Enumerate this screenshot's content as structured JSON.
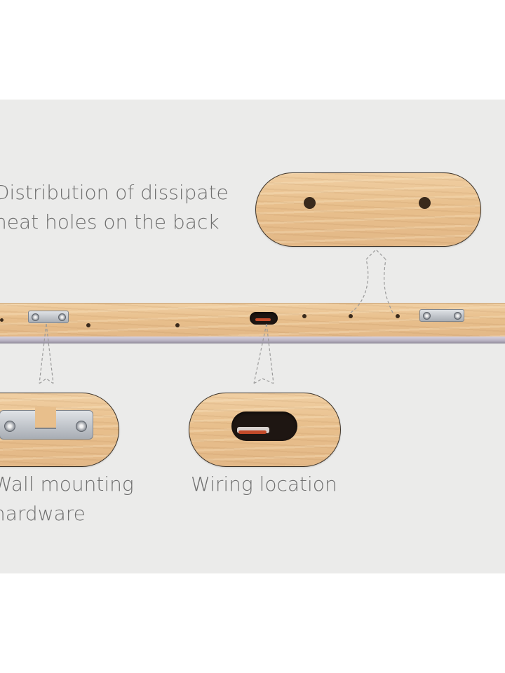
{
  "labels": {
    "dissipate": {
      "line1": "Distribution of dissipate",
      "line2": "heat holes on the back"
    },
    "mounting": {
      "line1": "Wall mounting",
      "line2": "hardware"
    },
    "wiring": {
      "line1": "Wiring location"
    }
  },
  "colors": {
    "background": "#ebebea",
    "text": "#6f6f6f",
    "wood": "#e8bf8c",
    "arrow": "#9a9a9a"
  },
  "icons": [
    "mounting-bracket-icon",
    "screw-icon",
    "dashed-arrow-icon"
  ]
}
